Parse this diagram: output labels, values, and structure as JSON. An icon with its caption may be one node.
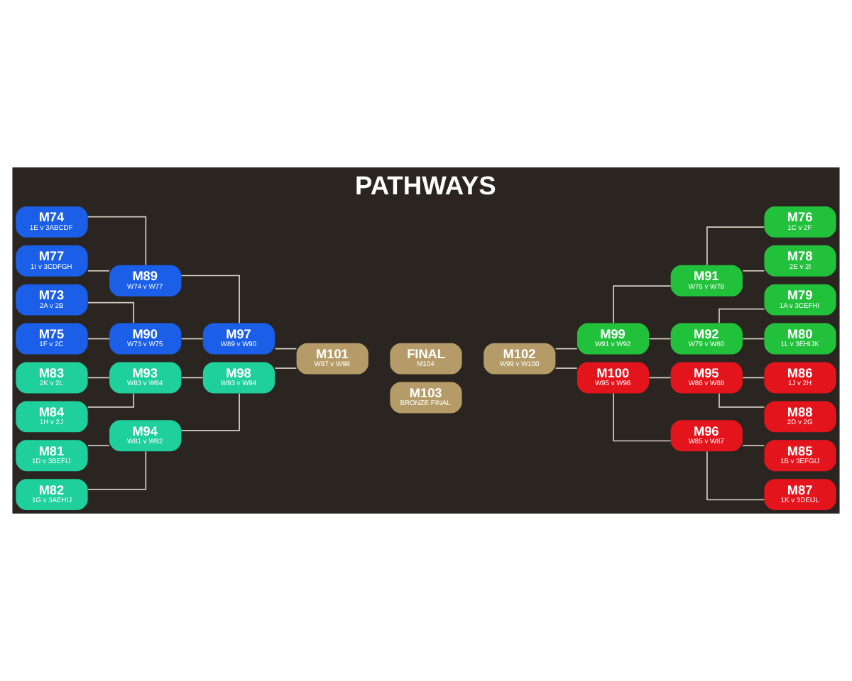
{
  "diagram": {
    "title": "PATHWAYS",
    "nodes": [
      {
        "text": [
          "M74",
          "1E v 3ABCDF"
        ]
      },
      {
        "text": [
          "M77",
          "1I v 3CDFGH"
        ]
      },
      {
        "text": [
          "M73",
          "2A v 2B"
        ]
      },
      {
        "text": [
          "M75",
          "1F v 2C"
        ]
      },
      {
        "text": [
          "M89",
          "W74 v W77"
        ]
      },
      {
        "text": [
          "M90",
          "W73 v W75"
        ]
      },
      {
        "text": [
          "M97",
          "W89 v W90"
        ]
      },
      {
        "text": [
          "M83",
          "2K v 2L"
        ]
      },
      {
        "text": [
          "M84",
          "1H v 2J"
        ]
      },
      {
        "text": [
          "M81",
          "1D v 3BEFIJ"
        ]
      },
      {
        "text": [
          "M82",
          "1G v 3AEHIJ"
        ]
      },
      {
        "text": [
          "M93",
          "W83 v W84"
        ]
      },
      {
        "text": [
          "M94",
          "W81 v W82"
        ]
      },
      {
        "text": [
          "M98",
          "W93 v W94"
        ]
      },
      {
        "text": [
          "M101",
          "W97 v W98"
        ]
      },
      {
        "text": [
          "FINAL",
          "M104"
        ]
      },
      {
        "text": [
          "M103",
          "BRONZE FINAL"
        ]
      },
      {
        "text": [
          "M102",
          "W99 v W100"
        ]
      },
      {
        "text": [
          "M99",
          "W91 v W92"
        ]
      },
      {
        "text": [
          "M91",
          "W76 v W78"
        ]
      },
      {
        "text": [
          "M92",
          "W79 v W80"
        ]
      },
      {
        "text": [
          "M76",
          "1C v 2F"
        ]
      },
      {
        "text": [
          "M78",
          "2E v 2I"
        ]
      },
      {
        "text": [
          "M79",
          "1A v 3CEFHI"
        ]
      },
      {
        "text": [
          "M80",
          "1L v 3EHIJK"
        ]
      },
      {
        "text": [
          "M100",
          "W95 v W96"
        ]
      },
      {
        "text": [
          "M95",
          "W86 v W88"
        ]
      },
      {
        "text": [
          "M96",
          "W85 v W87"
        ]
      },
      {
        "text": [
          "M86",
          "1J v 2H"
        ]
      },
      {
        "text": [
          "M88",
          "2D v 2G"
        ]
      },
      {
        "text": [
          "M85",
          "1B v 3EFGIJ"
        ]
      },
      {
        "text": [
          "M87",
          "1K v 3DEIJL"
        ]
      }
    ],
    "edges": [
      {
        "from": 0,
        "to": 4,
        "arrow": "none"
      },
      {
        "from": 1,
        "to": 4,
        "arrow": "none"
      },
      {
        "from": 2,
        "to": 5,
        "arrow": "none"
      },
      {
        "from": 3,
        "to": 5,
        "arrow": "none"
      },
      {
        "from": 4,
        "to": 6,
        "arrow": "none"
      },
      {
        "from": 5,
        "to": 6,
        "arrow": "none"
      },
      {
        "from": 6,
        "to": 14,
        "arrow": "none"
      },
      {
        "from": 7,
        "to": 11,
        "arrow": "none"
      },
      {
        "from": 8,
        "to": 11,
        "arrow": "none"
      },
      {
        "from": 9,
        "to": 12,
        "arrow": "none"
      },
      {
        "from": 10,
        "to": 12,
        "arrow": "none"
      },
      {
        "from": 11,
        "to": 13,
        "arrow": "none"
      },
      {
        "from": 12,
        "to": 13,
        "arrow": "none"
      },
      {
        "from": 13,
        "to": 14,
        "arrow": "none"
      },
      {
        "from": 17,
        "to": 18,
        "arrow": "none"
      },
      {
        "from": 18,
        "to": 19,
        "arrow": "none"
      },
      {
        "from": 18,
        "to": 20,
        "arrow": "none"
      },
      {
        "from": 19,
        "to": 21,
        "arrow": "none"
      },
      {
        "from": 19,
        "to": 22,
        "arrow": "none"
      },
      {
        "from": 20,
        "to": 23,
        "arrow": "none"
      },
      {
        "from": 20,
        "to": 24,
        "arrow": "none"
      },
      {
        "from": 17,
        "to": 25,
        "arrow": "none"
      },
      {
        "from": 25,
        "to": 26,
        "arrow": "none"
      },
      {
        "from": 25,
        "to": 27,
        "arrow": "none"
      },
      {
        "from": 26,
        "to": 28,
        "arrow": "none"
      },
      {
        "from": 26,
        "to": 29,
        "arrow": "none"
      },
      {
        "from": 27,
        "to": 30,
        "arrow": "none"
      },
      {
        "from": 27,
        "to": 31,
        "arrow": "none"
      }
    ]
  }
}
